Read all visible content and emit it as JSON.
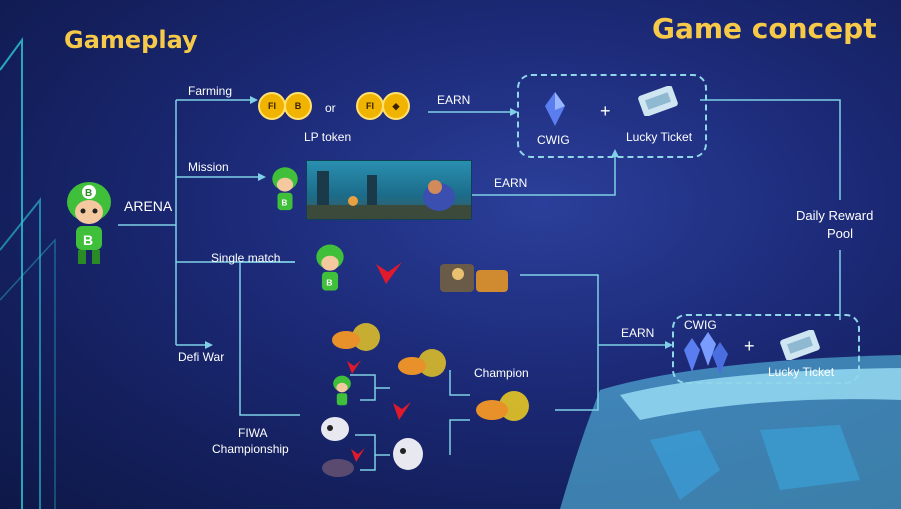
{
  "header": {
    "left_title": "Gameplay",
    "right_title": "Game concept"
  },
  "arena": {
    "label": "ARENA"
  },
  "branches": {
    "farming": "Farming",
    "mission": "Mission",
    "single_match": "Single match",
    "defi_war": "Defi War",
    "fiwa_line1": "FIWA",
    "fiwa_line2": "Championship"
  },
  "farming": {
    "coin1_left": "FI",
    "coin1_right": "B",
    "or": "or",
    "coin2_left": "FI",
    "coin2_right": "◆",
    "lp_token": "LP token"
  },
  "earn": {
    "earn1": "EARN",
    "earn2": "EARN",
    "earn3": "EARN"
  },
  "reward_top": {
    "cwig": "CWIG",
    "plus": "+",
    "ticket": "Lucky Ticket"
  },
  "reward_bottom": {
    "cwig": "CWIG",
    "plus": "+",
    "ticket": "Lucky Ticket"
  },
  "pool": {
    "line1": "Daily Reward",
    "line2": "Pool"
  },
  "champion": "Champion",
  "colors": {
    "title": "#f7c948",
    "line": "#7fd0e6",
    "vs": "#e0192b"
  }
}
